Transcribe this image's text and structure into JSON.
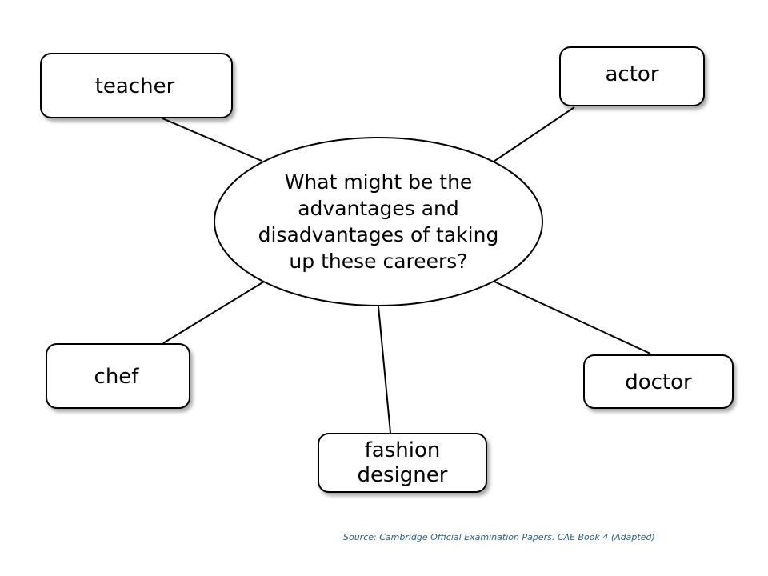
{
  "central_question": "What might be the advantages and disadvantages of taking up these careers?",
  "careers": {
    "teacher": "teacher",
    "actor": "actor",
    "chef": "chef",
    "doctor": "doctor",
    "fashion_designer": "fashion designer"
  },
  "source": "Source: Cambridge Official Examination Papers. CAE Book 4 (Adapted)"
}
